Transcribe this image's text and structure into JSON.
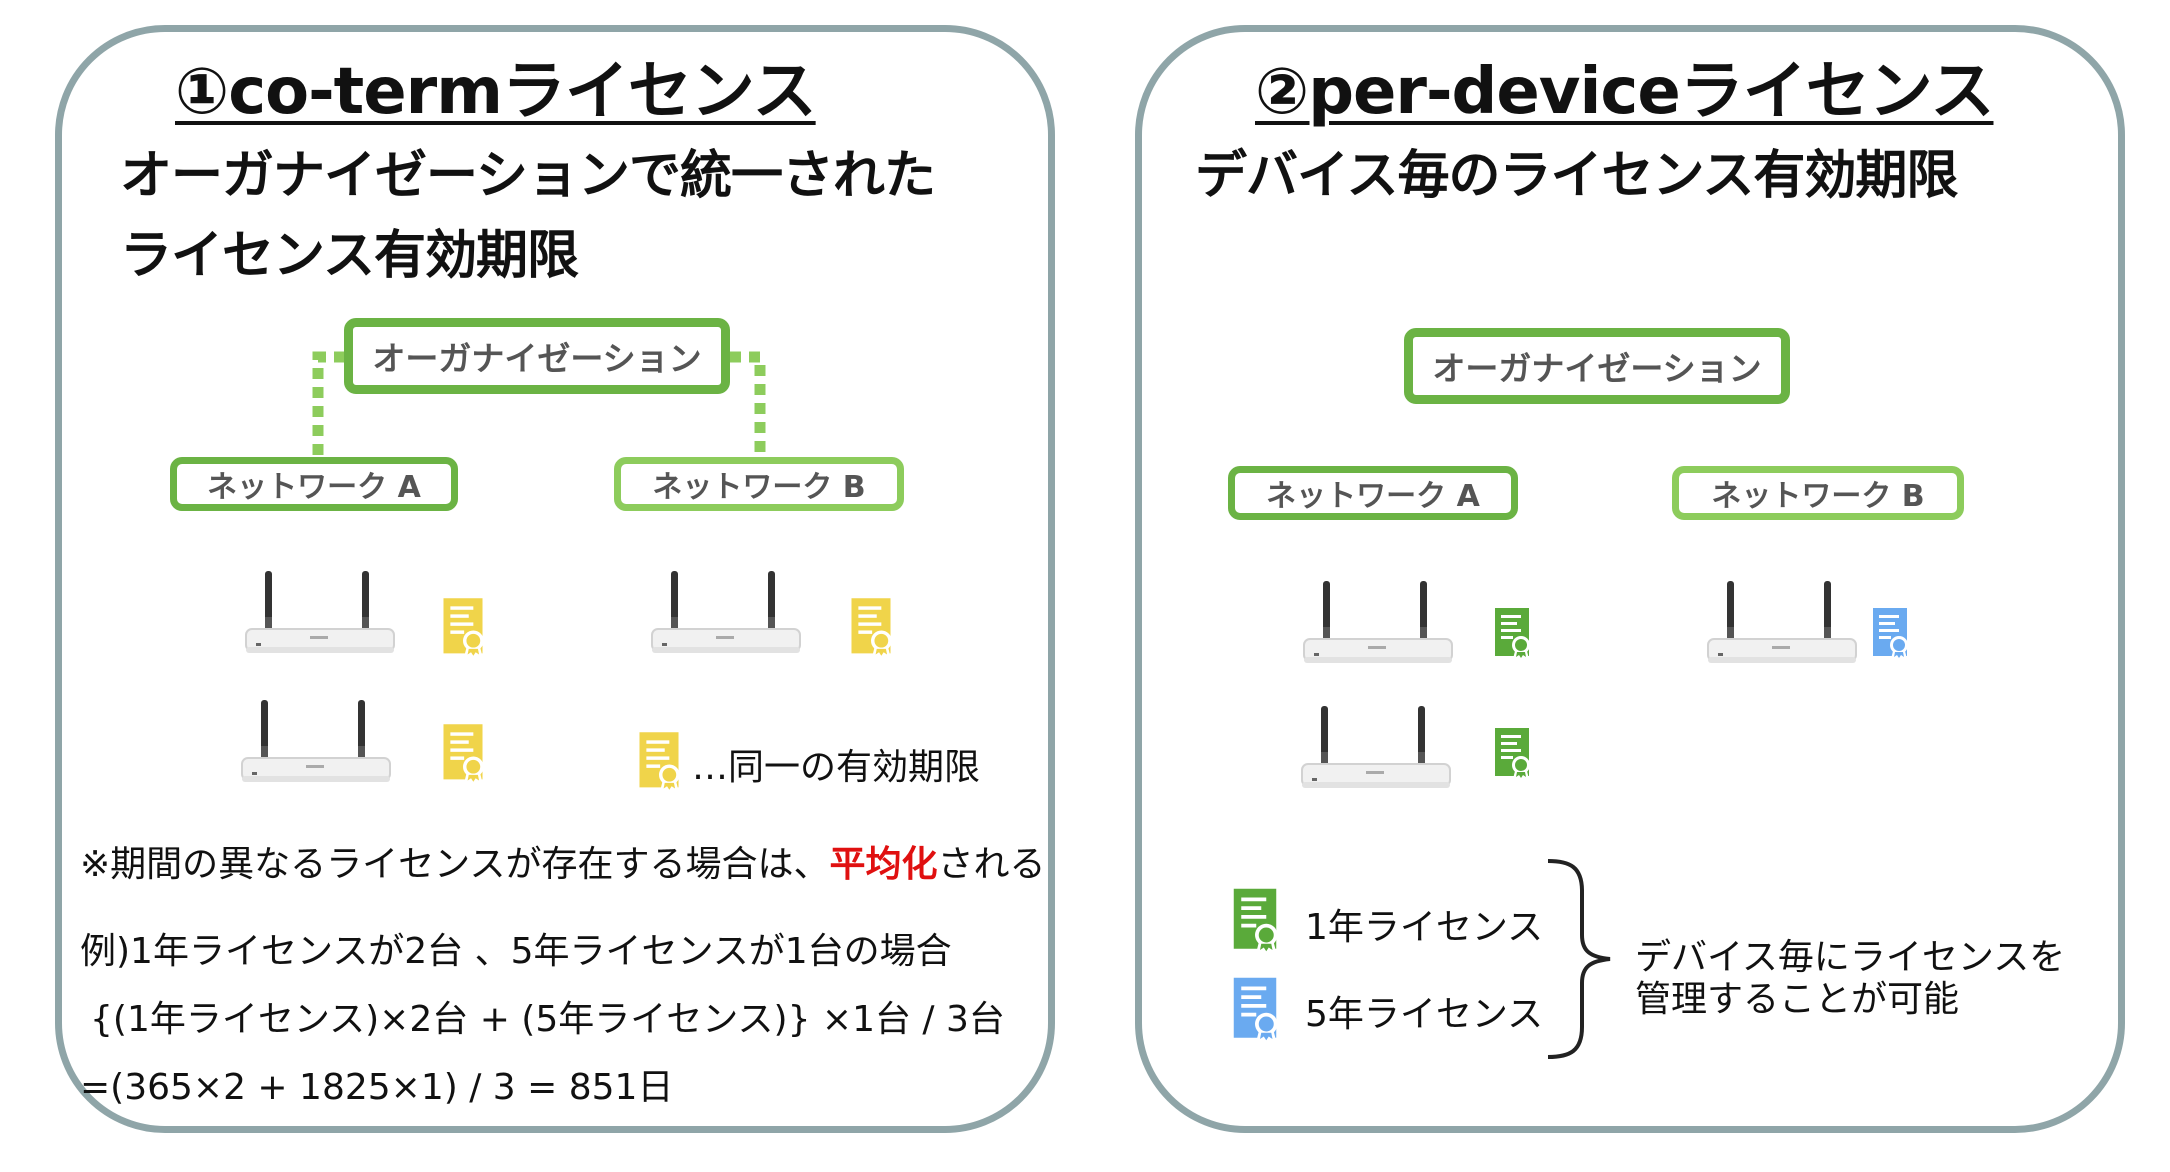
{
  "colors": {
    "panel_border": "#8fa5a8",
    "green_dark": "#6bb344",
    "green_light": "#8dcc5c",
    "yellow": "#f0d44a",
    "blue": "#6aaaf0",
    "red": "#e01010"
  },
  "left": {
    "title": "①co-termライセンス",
    "subtitle_line1": "オーガナイゼーションで統一された",
    "subtitle_line2": "ライセンス有効期限",
    "org": "オーガナイゼーション",
    "net_a": "ネットワーク A",
    "net_b": "ネットワーク B",
    "legend": "…同一の有効期限",
    "note_pre": "※期間の異なるライセンスが存在する場合は、",
    "note_em": "平均化",
    "note_post": "される",
    "example_1": "例)1年ライセンスが2台 、5年ライセンスが1台の場合",
    "example_2": "{(1年ライセンス)×2台 + (5年ライセンス)} ×1台 / 3台",
    "example_3": "=(365×2 + 1825×1) / 3 = 851日"
  },
  "right": {
    "title": "②per-deviceライセンス",
    "subtitle": "デバイス毎のライセンス有効期限",
    "org": "オーガナイゼーション",
    "net_a": "ネットワーク A",
    "net_b": "ネットワーク B",
    "legend_1yr": "1年ライセンス",
    "legend_5yr": "5年ライセンス",
    "summary_1": "デバイス毎にライセンスを",
    "summary_2": "管理することが可能"
  },
  "icons": [
    "router-icon",
    "license-document-icon"
  ]
}
